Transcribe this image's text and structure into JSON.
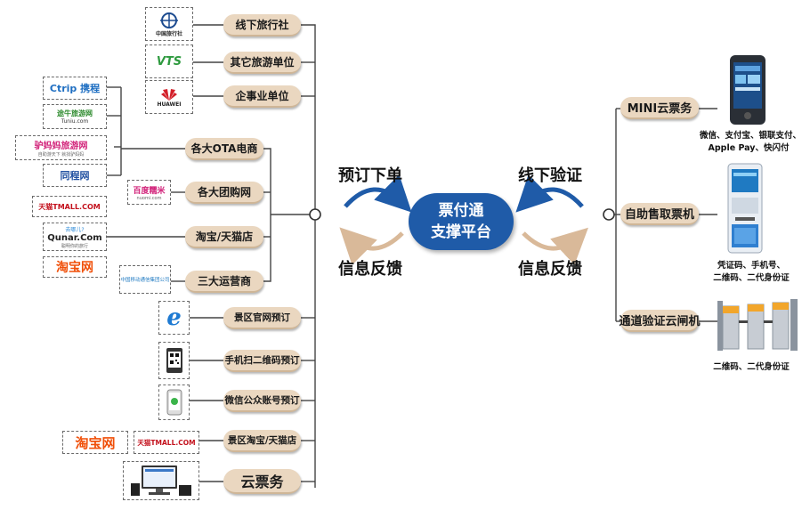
{
  "center": {
    "line1": "票付通",
    "line2": "支撑平台"
  },
  "flow": {
    "left_top": "预订下单",
    "left_bottom": "信息反馈",
    "right_top": "线下验证",
    "right_bottom": "信息反馈"
  },
  "left_channels": [
    "线下旅行社",
    "其它旅游单位",
    "企事业单位",
    "各大OTA电商",
    "各大团购网",
    "淘宝/天猫店",
    "三大运营商",
    "景区官网预订",
    "手机扫二维码预订",
    "微信公众账号预订",
    "景区淘宝/天猫店",
    "云票务"
  ],
  "logos": {
    "cits": "中国旅行社",
    "vts": "VTS",
    "huawei": "HUAWEI",
    "ctrip": "Ctrip 携程",
    "tuniu": "途牛旅游网",
    "tuniu_sub": "Tuniu.com",
    "lvmama": "驴妈妈旅游网",
    "lvmama_sub": "自助游天下 就找驴妈妈",
    "tongcheng": "同程网",
    "nuomi": "百度糯米",
    "nuomi_sub": "nuomi.com",
    "tmall": "天猫TMALL.COM",
    "qunar_cn": "去哪儿?",
    "qunar": "Qunar.Com",
    "qunar_sub": "聪明你的旅行",
    "taobao": "淘宝网",
    "cmcc": "中国移动通信集团公司",
    "taobao2": "淘宝网",
    "tmall2": "天猫TMALL.COM"
  },
  "right_terminals": [
    {
      "label": "MINI云票务",
      "caption_lines": [
        "微信、支付宝、银联支付、",
        "Apple Pay、快闪付"
      ]
    },
    {
      "label": "自助售取票机",
      "caption_lines": [
        "凭证码、手机号、",
        "二维码、二代身份证"
      ]
    },
    {
      "label": "通道验证云闸机",
      "caption_lines": [
        "二维码、二代身份证"
      ]
    }
  ],
  "colors": {
    "pill": "#ead7c0",
    "center": "#1f5ba8",
    "arrow_blue": "#1f5ba8",
    "arrow_tan": "#d9b999",
    "line": "#444444"
  }
}
